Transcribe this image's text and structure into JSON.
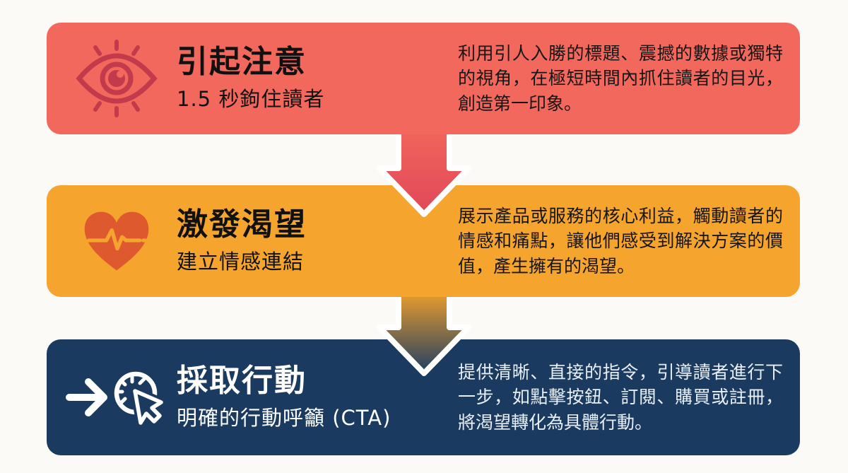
{
  "page": {
    "background": "#FBFAF7"
  },
  "steps": [
    {
      "id": "attention",
      "title": "引起注意",
      "subtitle": "1.5 秒鉤住讀者",
      "description": "利用引人入勝的標題、震撼的數據或獨特的視角，在極短時間內抓住讀者的目光，創造第一印象。",
      "color": "#F2685C",
      "icon": "eye-attention-icon",
      "icon_color": "#C23A4B",
      "title_color": "#111111",
      "text_color": "#161616"
    },
    {
      "id": "desire",
      "title": "激發渴望",
      "subtitle": "建立情感連結",
      "description": "展示產品或服務的核心利益，觸動讀者的情感和痛點，讓他們感受到解決方案的價值，產生擁有的渴望。",
      "color": "#F5A42D",
      "icon": "heartbeat-heart-icon",
      "icon_color": "#DE5A2E",
      "title_color": "#111111",
      "text_color": "#161616"
    },
    {
      "id": "action",
      "title": "採取行動",
      "subtitle": "明確的行動呼籲 (CTA)",
      "description": "提供清晰、直接的指令，引導讀者進行下一步，如點擊按鈕、訂閱、購買或註冊，將渴望轉化為具體行動。",
      "color": "#1B3A5F",
      "icon": "arrow-click-icon",
      "icon_color": "#FFFFFF",
      "title_color": "#FFFFFF",
      "text_color": "#E9EFF6"
    }
  ],
  "arrows": [
    {
      "name": "arrow-attention-to-desire",
      "from": "#F1655B",
      "to": "#E0475A"
    },
    {
      "name": "arrow-desire-to-action",
      "from": "#F2A12B",
      "to": "#1F3E62"
    }
  ]
}
